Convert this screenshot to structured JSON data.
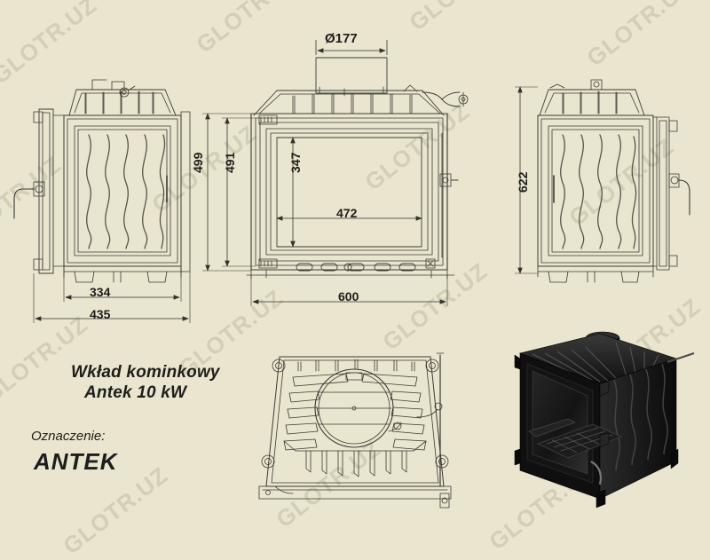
{
  "document": {
    "background_color": "#e9e5cf",
    "line_color": "#3a3a32",
    "watermark_text": "GLOTR.UZ"
  },
  "labels": {
    "title_line1": "Wkład kominkowy",
    "title_line2": "Antek 10 kW",
    "designation_label": "Oznaczenie:",
    "designation_value": "ANTEK"
  },
  "dimensions": {
    "flue_diameter": "Ø177",
    "front_total_height": "499",
    "front_inner_height": "491",
    "glass_height": "347",
    "glass_width": "472",
    "front_width": "600",
    "side_depth_inner": "334",
    "side_depth_total": "435",
    "side_height": "622"
  },
  "views": {
    "left": "side-section-view",
    "center": "front-elevation-view",
    "right": "side-section-view-mirrored",
    "bottom_center": "top-plan-view",
    "bottom_right": "product-photo"
  }
}
